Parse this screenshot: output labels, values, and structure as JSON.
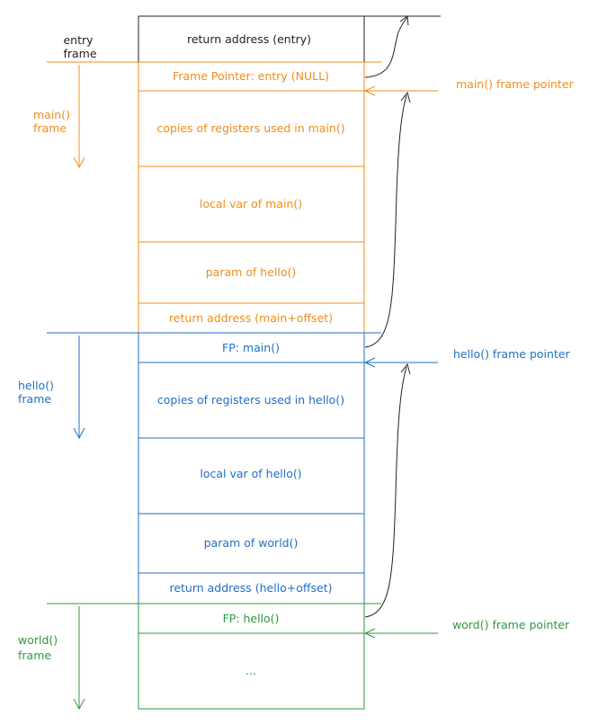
{
  "colors": {
    "black": "#222222",
    "orange": "#f08c1c",
    "blue": "#1f6fc5",
    "green": "#2e9a3c"
  },
  "cells": [
    {
      "text": "return address (entry)",
      "color": "black"
    },
    {
      "text": "Frame Pointer: entry (NULL)",
      "color": "orange"
    },
    {
      "text": "copies of registers used in main()",
      "color": "orange"
    },
    {
      "text": "local var of main()",
      "color": "orange"
    },
    {
      "text": "param of hello()",
      "color": "orange"
    },
    {
      "text": "return address (main+offset)",
      "color": "orange"
    },
    {
      "text": "FP: main()",
      "color": "blue"
    },
    {
      "text": "copies of registers used in hello()",
      "color": "blue"
    },
    {
      "text": "local var of hello()",
      "color": "blue"
    },
    {
      "text": "param of world()",
      "color": "blue"
    },
    {
      "text": "return address (hello+offset)",
      "color": "blue"
    },
    {
      "text": "FP: hello()",
      "color": "green"
    },
    {
      "text": "...",
      "color": "green"
    }
  ],
  "frames": [
    {
      "label_line1": "entry",
      "label_line2": "frame",
      "color": "black"
    },
    {
      "label_line1": "main()",
      "label_line2": "frame",
      "color": "orange"
    },
    {
      "label_line1": "hello()",
      "label_line2": "frame",
      "color": "blue"
    },
    {
      "label_line1": "world()",
      "label_line2": "frame",
      "color": "green"
    }
  ],
  "pointers": [
    {
      "text": "main() frame pointer",
      "color": "orange"
    },
    {
      "text": "hello() frame pointer",
      "color": "blue"
    },
    {
      "text": "word() frame pointer",
      "color": "green"
    }
  ]
}
